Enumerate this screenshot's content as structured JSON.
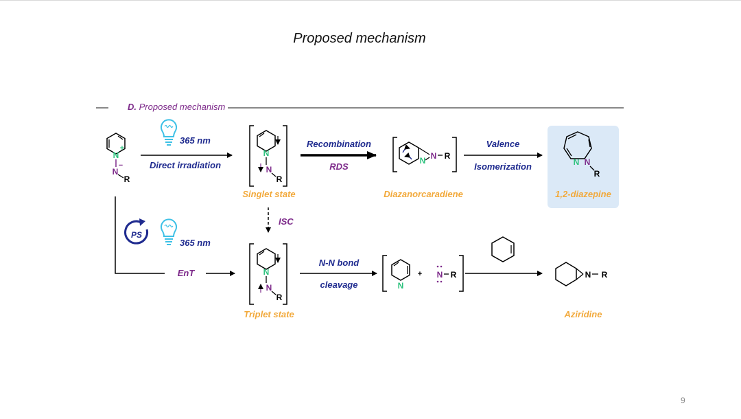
{
  "slide": {
    "title": "Proposed mechanism",
    "section_letter": "D.",
    "section_title": "Proposed mechanism",
    "page_number": "9"
  },
  "labels": {
    "wavelength_top": "365 nm",
    "direct_irradiation": "Direct irradiation",
    "recombination": "Recombination",
    "rds": "RDS",
    "valence": "Valence",
    "isomerization": "Isomerization",
    "isc": "ISC",
    "wavelength_bottom": "365 nm",
    "ent": "EnT",
    "nn_bond": "N-N bond",
    "cleavage": "cleavage"
  },
  "compounds": {
    "singlet_state": "Singlet state",
    "diazanorcaradiene": "Diazanorcaradiene",
    "diazepine": "1,2-diazepine",
    "triplet_state": "Triplet state",
    "aziridine": "Aziridine"
  },
  "atoms": {
    "nitrogen": "N",
    "group": "R",
    "photosensitizer": "PS",
    "plus": "+",
    "minus": "−"
  },
  "colors": {
    "purple": "#7d2a8a",
    "blue": "#1f2b8f",
    "orange": "#f2a93b",
    "green": "#2ec27e",
    "cyan": "#3ec1e6",
    "highlight": "#dbe9f7"
  }
}
